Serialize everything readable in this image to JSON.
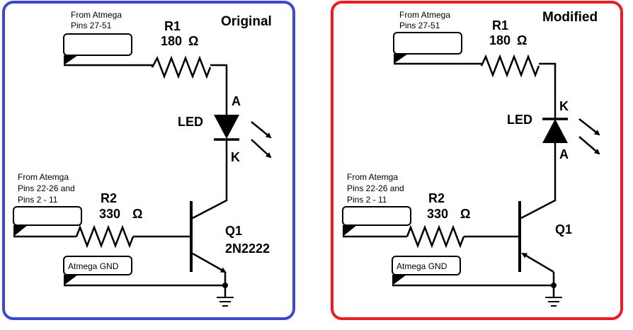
{
  "panels": [
    {
      "title": "Original",
      "frame_color": "#3f48cc",
      "input_top": [
        "From Atmega",
        "Pins 27-51"
      ],
      "input_left": [
        "From Atemga",
        "Pins 22-26 and",
        "Pins 2 - 11"
      ],
      "gnd_label": "Atmega GND",
      "r1_name": "R1",
      "r1_value": "180",
      "r2_name": "R2",
      "r2_value": "330",
      "ohm": "Ω",
      "led_label": "LED",
      "led_top_pin": "A",
      "led_bottom_pin": "K",
      "q_name": "Q1",
      "q_part": "2N2222"
    },
    {
      "title": "Modified",
      "frame_color": "#ed1c24",
      "input_top": [
        "From Atmega",
        "Pins 27-51"
      ],
      "input_left": [
        "From Atemga",
        "Pins 22-26 and",
        "Pins 2 - 11"
      ],
      "gnd_label": "Atmega GND",
      "r1_name": "R1",
      "r1_value": "180",
      "r2_name": "R2",
      "r2_value": "330",
      "ohm": "Ω",
      "led_label": "LED",
      "led_top_pin": "K",
      "led_bottom_pin": "A",
      "q_name": "Q1",
      "q_part": ""
    }
  ]
}
